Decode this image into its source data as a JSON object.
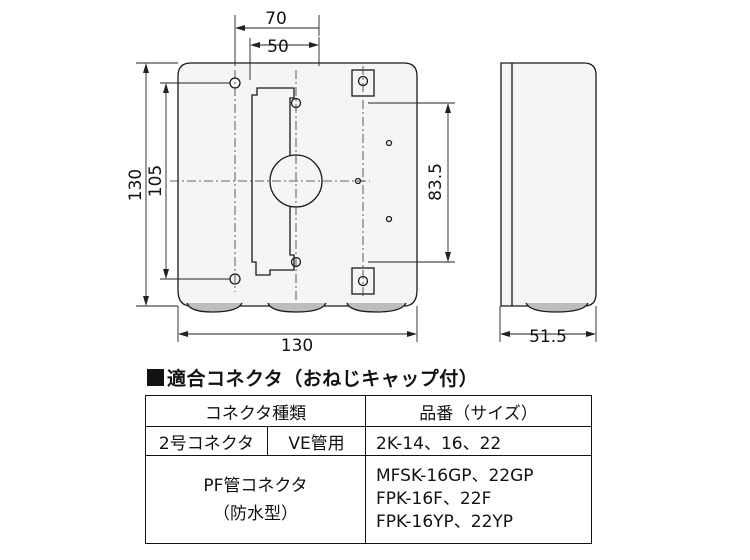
{
  "dimensions": {
    "top_outer": "70",
    "top_inner": "50",
    "left_outer": "130",
    "left_inner": "105",
    "hole_pitch": "83.5",
    "bottom_width": "130",
    "side_depth": "51.5"
  },
  "section_title": "適合コネクタ（おねじキャップ付）",
  "table": {
    "header_connector": "コネクタ種類",
    "header_size": "品番（サイズ）",
    "row1_type": "2号コネクタ",
    "row1_use": "VE管用",
    "row1_sizes": "2K-14、16、22",
    "row2_type_line1": "PF管コネクタ",
    "row2_type_line2": "（防水型）",
    "row2_sizes": [
      "MFSK-16GP、22GP",
      "FPK-16F、22F",
      "FPK-16YP、22YP"
    ]
  },
  "colors": {
    "body_fill": "#f4f4f4",
    "outline": "#1a1a1a",
    "knockout_fill": "#bdbdbd"
  }
}
